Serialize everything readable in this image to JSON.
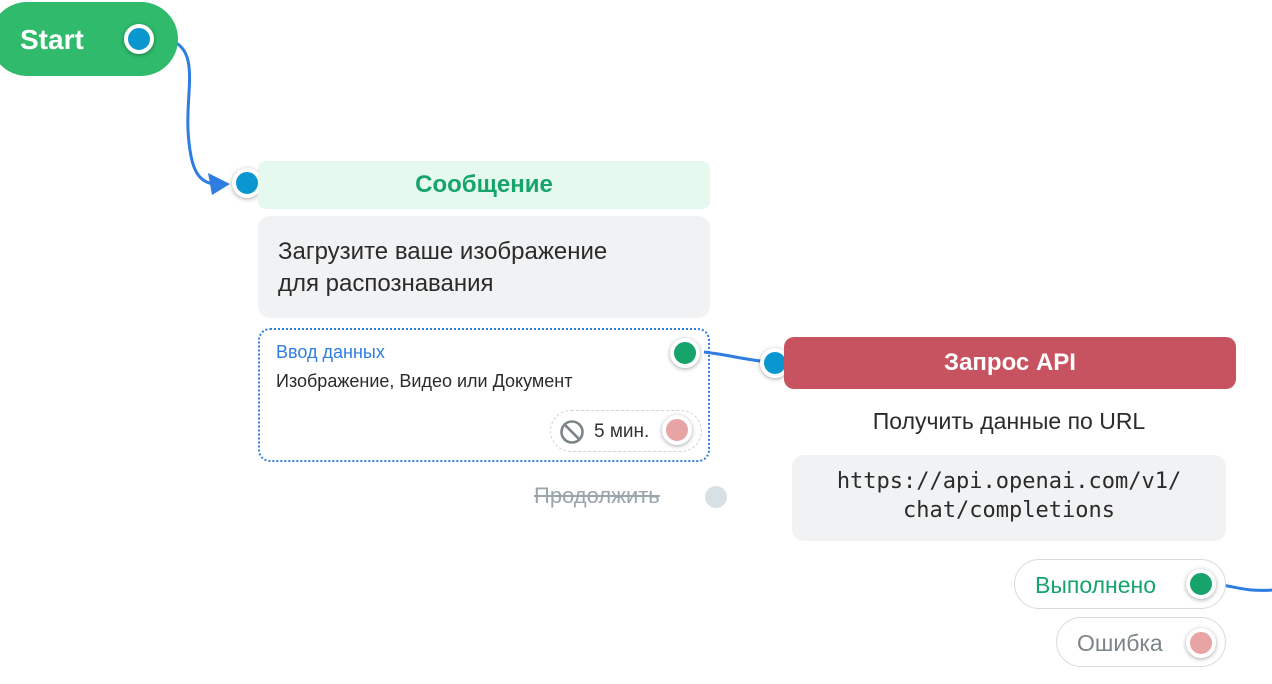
{
  "start": {
    "label": "Start"
  },
  "message_node": {
    "title": "Сообщение",
    "text_line1": "Загрузите ваше изображение",
    "text_line2": "для распознавания",
    "input": {
      "title": "Ввод данных",
      "description": "Изображение, Видео или Документ",
      "timeout": "5 мин."
    },
    "continue_label": "Продолжить"
  },
  "api_node": {
    "title": "Запрос API",
    "subtitle": "Получить данные по URL",
    "url_line1": "https://api.openai.com/v1/",
    "url_line2": "chat/completions",
    "outputs": {
      "success": "Выполнено",
      "error": "Ошибка"
    }
  },
  "colors": {
    "start": "#2fba6c",
    "message_header_bg": "#e6f9ef",
    "message_header_text": "#16a46b",
    "api_header": "#c85360",
    "edge": "#2f7de0",
    "port_blue": "#0a97d0",
    "port_green": "#16a46b",
    "port_red": "#e8a4a4"
  },
  "icons": [
    "ban-icon",
    "arrow-head-icon"
  ]
}
